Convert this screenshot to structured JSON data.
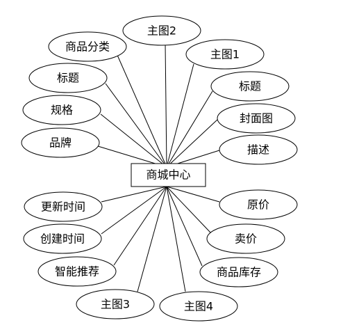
{
  "entity": {
    "label": "商城中心"
  },
  "attributes": [
    {
      "key": "main-image-2",
      "label": "主图2"
    },
    {
      "key": "product-category",
      "label": "商品分类"
    },
    {
      "key": "main-image-1",
      "label": "主图1"
    },
    {
      "key": "title-left",
      "label": "标题"
    },
    {
      "key": "title-right",
      "label": "标题"
    },
    {
      "key": "specification",
      "label": "规格"
    },
    {
      "key": "cover-image",
      "label": "封面图"
    },
    {
      "key": "brand",
      "label": "品牌"
    },
    {
      "key": "description",
      "label": "描述"
    },
    {
      "key": "original-price",
      "label": "原价"
    },
    {
      "key": "update-time",
      "label": "更新时间"
    },
    {
      "key": "sale-price",
      "label": "卖价"
    },
    {
      "key": "create-time",
      "label": "创建时间"
    },
    {
      "key": "smart-recommend",
      "label": "智能推荐"
    },
    {
      "key": "product-stock",
      "label": "商品库存"
    },
    {
      "key": "main-image-3",
      "label": "主图3"
    },
    {
      "key": "main-image-4",
      "label": "主图4"
    }
  ]
}
